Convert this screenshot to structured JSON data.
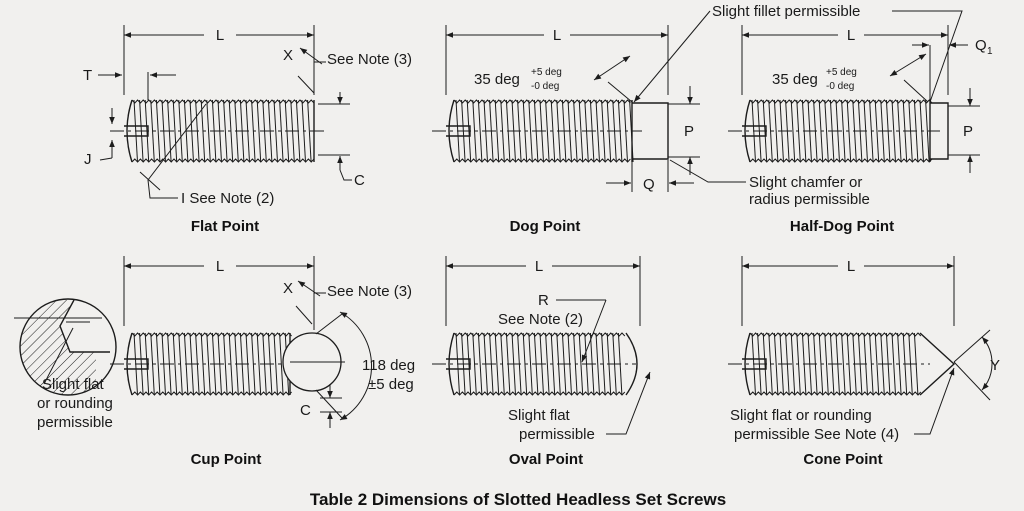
{
  "figures": {
    "flat": {
      "caption": "Flat Point",
      "labels": {
        "L": "L",
        "T": "T",
        "X": "X",
        "J": "J",
        "C": "C",
        "see_note_3": "See Note (3)",
        "i_note_2": "I See Note (2)"
      }
    },
    "dog": {
      "caption": "Dog Point",
      "labels": {
        "L": "L",
        "angle": "35 deg",
        "tol_plus": "+5 deg",
        "tol_minus": "-0 deg",
        "P": "P",
        "Q": "Q"
      }
    },
    "halfdog": {
      "caption": "Half-Dog Point",
      "labels": {
        "L": "L",
        "angle": "35 deg",
        "tol_plus": "+5 deg",
        "tol_minus": "-0 deg",
        "P": "P",
        "Q1": "Q",
        "Q1_sub": "1"
      }
    },
    "cup": {
      "caption": "Cup Point",
      "labels": {
        "L": "L",
        "X": "X",
        "see_note_3": "See Note (3)",
        "angle": "118 deg",
        "angle_tol": "±5 deg",
        "C": "C",
        "flat_1": "Slight flat",
        "flat_2": "or rounding",
        "flat_3": "permissible"
      }
    },
    "oval": {
      "caption": "Oval Point",
      "labels": {
        "L": "L",
        "R": "R",
        "see_note_2": "See Note (2)",
        "flat_1": "Slight flat",
        "flat_2": "permissible"
      }
    },
    "cone": {
      "caption": "Cone Point",
      "labels": {
        "L": "L",
        "Y": "Y",
        "flat_1": "Slight flat or rounding",
        "flat_2": "permissible See Note (4)"
      }
    }
  },
  "shared_notes": {
    "fillet": "Slight fillet permissible",
    "chamfer_1": "Slight chamfer or",
    "chamfer_2": "radius permissible"
  },
  "table_title": "Table 2   Dimensions of Slotted Headless Set Screws",
  "colors": {
    "paper": "#f1f0ee",
    "ink": "#1c1c1c"
  }
}
